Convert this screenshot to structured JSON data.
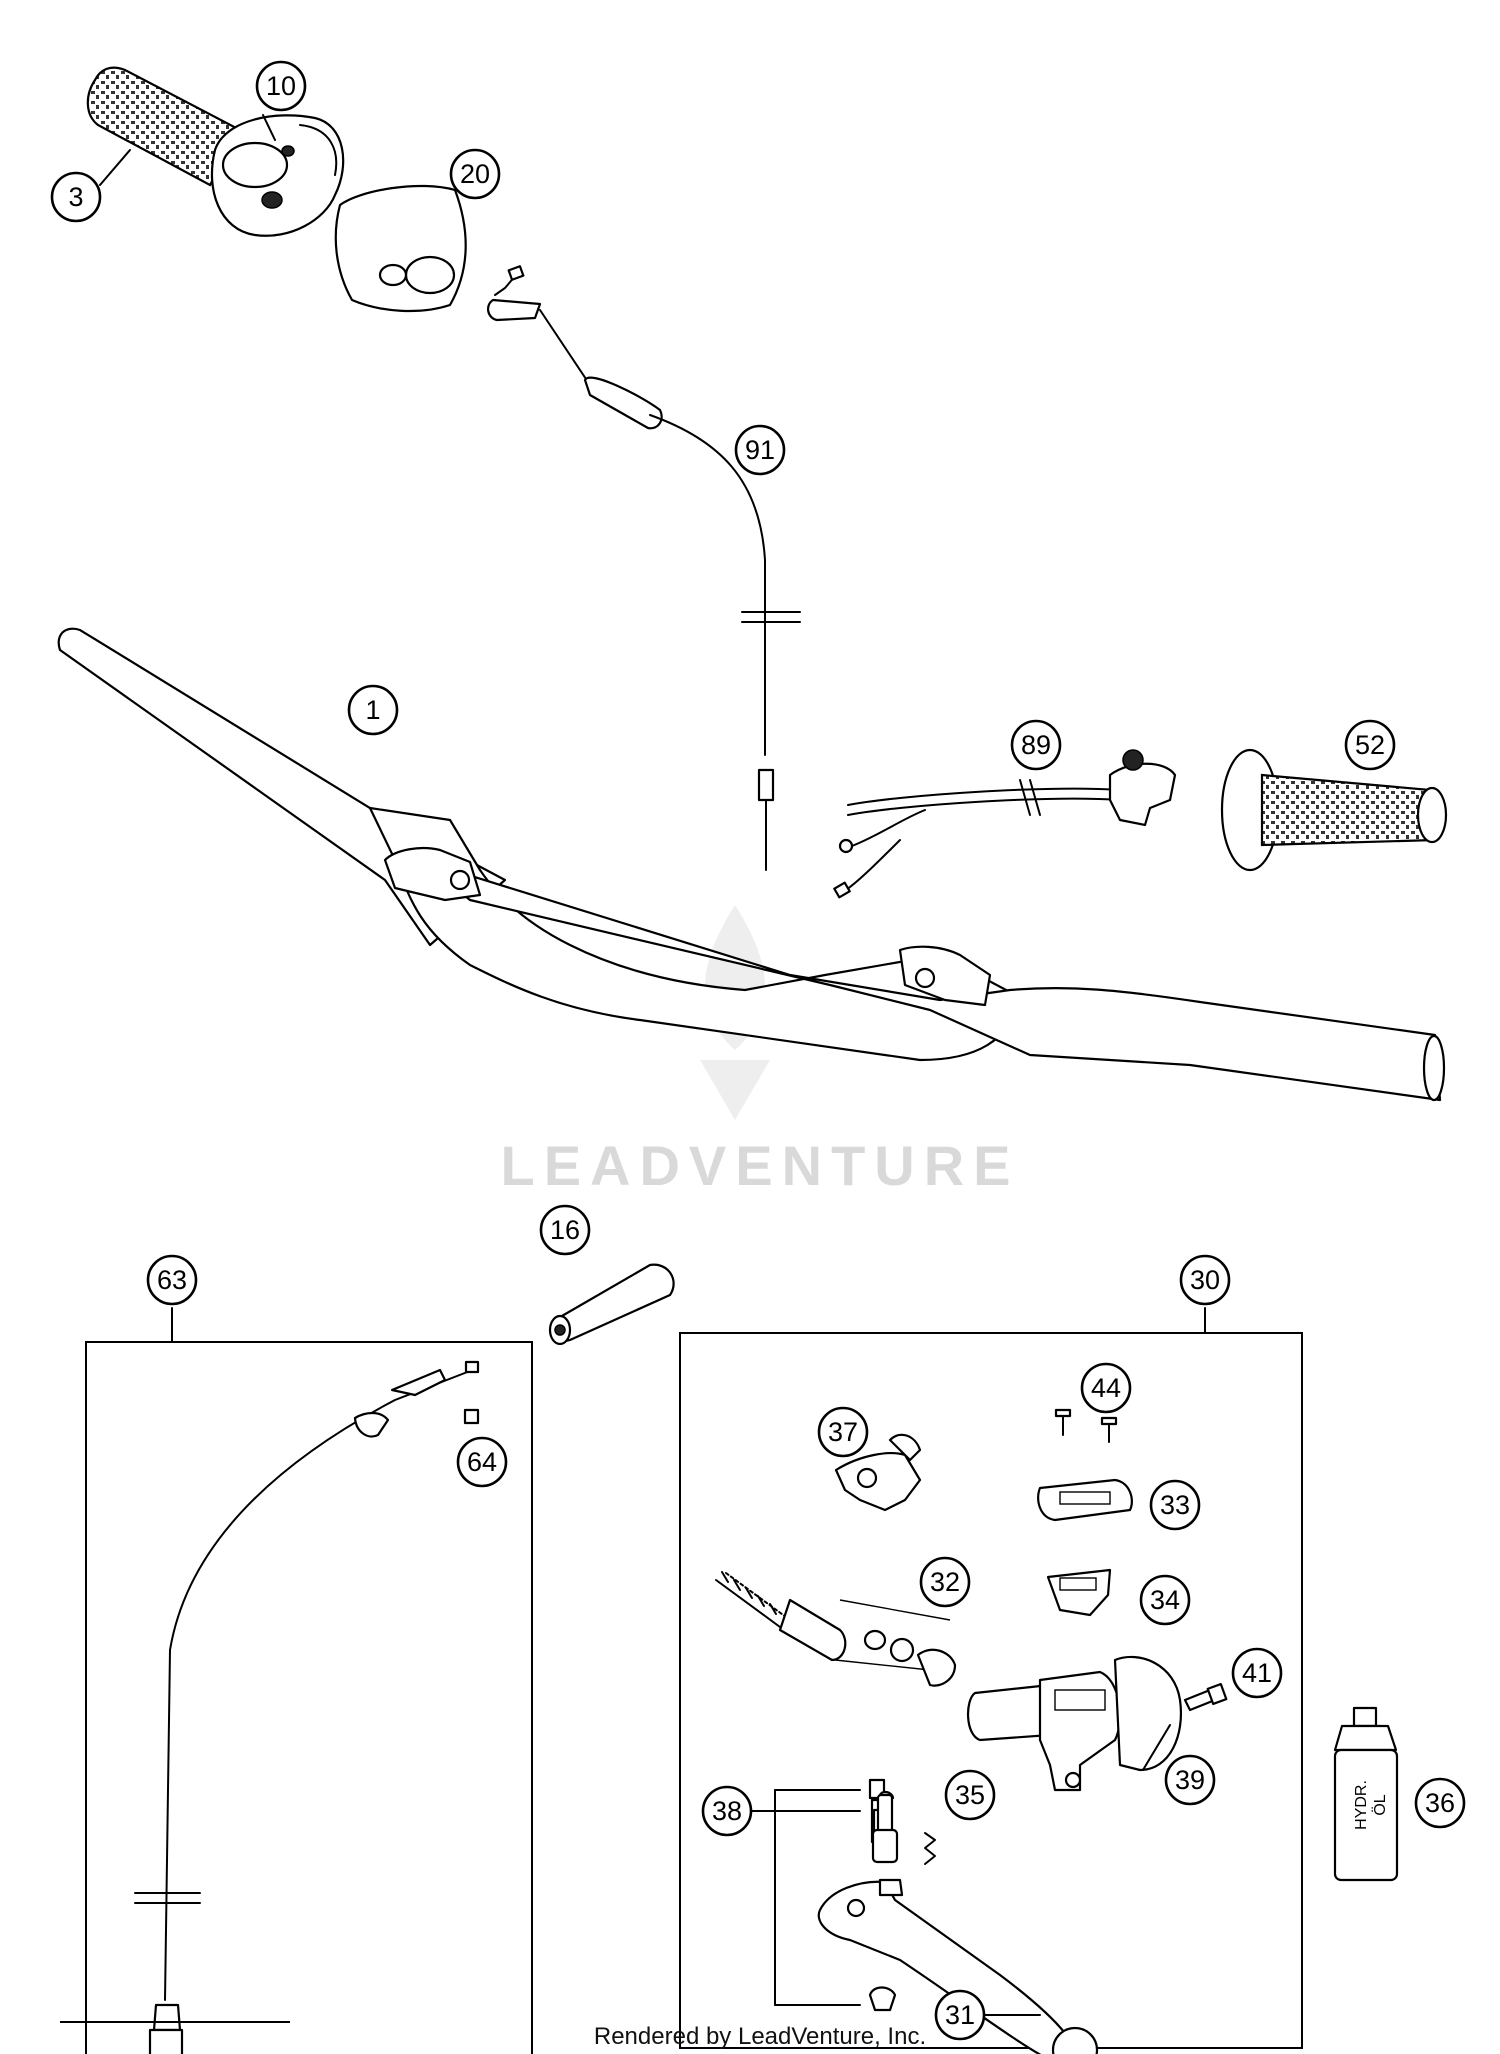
{
  "diagram": {
    "watermark": "LEADVENTURE",
    "footer": "Rendered by LeadVenture, Inc.",
    "callouts": [
      {
        "id": "c1",
        "label": "1"
      },
      {
        "id": "c3",
        "label": "3"
      },
      {
        "id": "c10",
        "label": "10"
      },
      {
        "id": "c20",
        "label": "20"
      },
      {
        "id": "c91",
        "label": "91"
      },
      {
        "id": "c89",
        "label": "89"
      },
      {
        "id": "c52",
        "label": "52"
      },
      {
        "id": "c16",
        "label": "16"
      },
      {
        "id": "c63",
        "label": "63"
      },
      {
        "id": "c64",
        "label": "64"
      },
      {
        "id": "c30",
        "label": "30"
      },
      {
        "id": "c44",
        "label": "44"
      },
      {
        "id": "c37",
        "label": "37"
      },
      {
        "id": "c33",
        "label": "33"
      },
      {
        "id": "c32",
        "label": "32"
      },
      {
        "id": "c34",
        "label": "34"
      },
      {
        "id": "c41",
        "label": "41"
      },
      {
        "id": "c39",
        "label": "39"
      },
      {
        "id": "c38",
        "label": "38"
      },
      {
        "id": "c35",
        "label": "35"
      },
      {
        "id": "c36",
        "label": "36"
      },
      {
        "id": "c31",
        "label": "31"
      }
    ],
    "bottle_label_1": "HYDR.",
    "bottle_label_2": "ÖL"
  }
}
